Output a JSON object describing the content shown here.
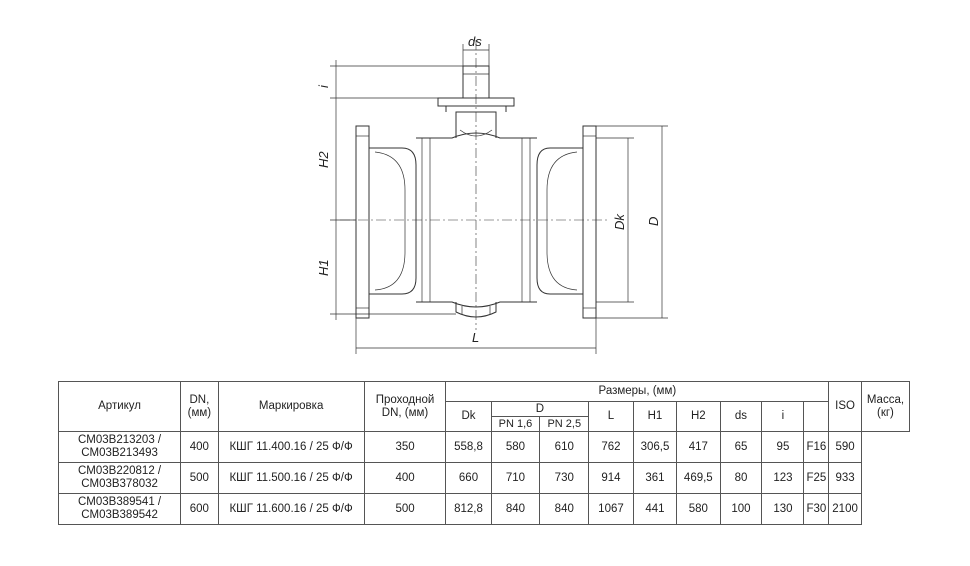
{
  "drawing": {
    "labels": {
      "ds": "ds",
      "i": "i",
      "h2": "H2",
      "h1": "H1",
      "dk": "Dk",
      "d": "D",
      "l": "L"
    }
  },
  "table": {
    "headers": {
      "article": "Артикул",
      "dn": "DN, (мм)",
      "marking": "Маркировка",
      "passage": "Проходной DN, (мм)",
      "dimensions": "Размеры, (мм)",
      "dk": "Dk",
      "d": "D",
      "pn16": "PN 1,6",
      "pn25": "PN 2,5",
      "l": "L",
      "h1": "H1",
      "h2": "H2",
      "ds": "ds",
      "i": "i",
      "iso": "ISO",
      "mass": "Масса, (кг)"
    },
    "rows": [
      {
        "article": "CM03B213203 / CM03B213493",
        "dn": "400",
        "marking": "КШГ 11.400.16 / 25 Ф/Ф",
        "passage": "350",
        "dk": "558,8",
        "d16": "580",
        "d25": "610",
        "l": "762",
        "h1": "306,5",
        "h2": "417",
        "ds": "65",
        "i": "95",
        "iso": "F16",
        "mass": "590"
      },
      {
        "article": "CM03B220812 / CM03B378032",
        "dn": "500",
        "marking": "КШГ 11.500.16 / 25 Ф/Ф",
        "passage": "400",
        "dk": "660",
        "d16": "710",
        "d25": "730",
        "l": "914",
        "h1": "361",
        "h2": "469,5",
        "ds": "80",
        "i": "123",
        "iso": "F25",
        "mass": "933"
      },
      {
        "article": "CM03B389541 / CM03B389542",
        "dn": "600",
        "marking": "КШГ 11.600.16 / 25 Ф/Ф",
        "passage": "500",
        "dk": "812,8",
        "d16": "840",
        "d25": "840",
        "l": "1067",
        "h1": "441",
        "h2": "580",
        "ds": "100",
        "i": "130",
        "iso": "F30",
        "mass": "2100"
      }
    ]
  }
}
